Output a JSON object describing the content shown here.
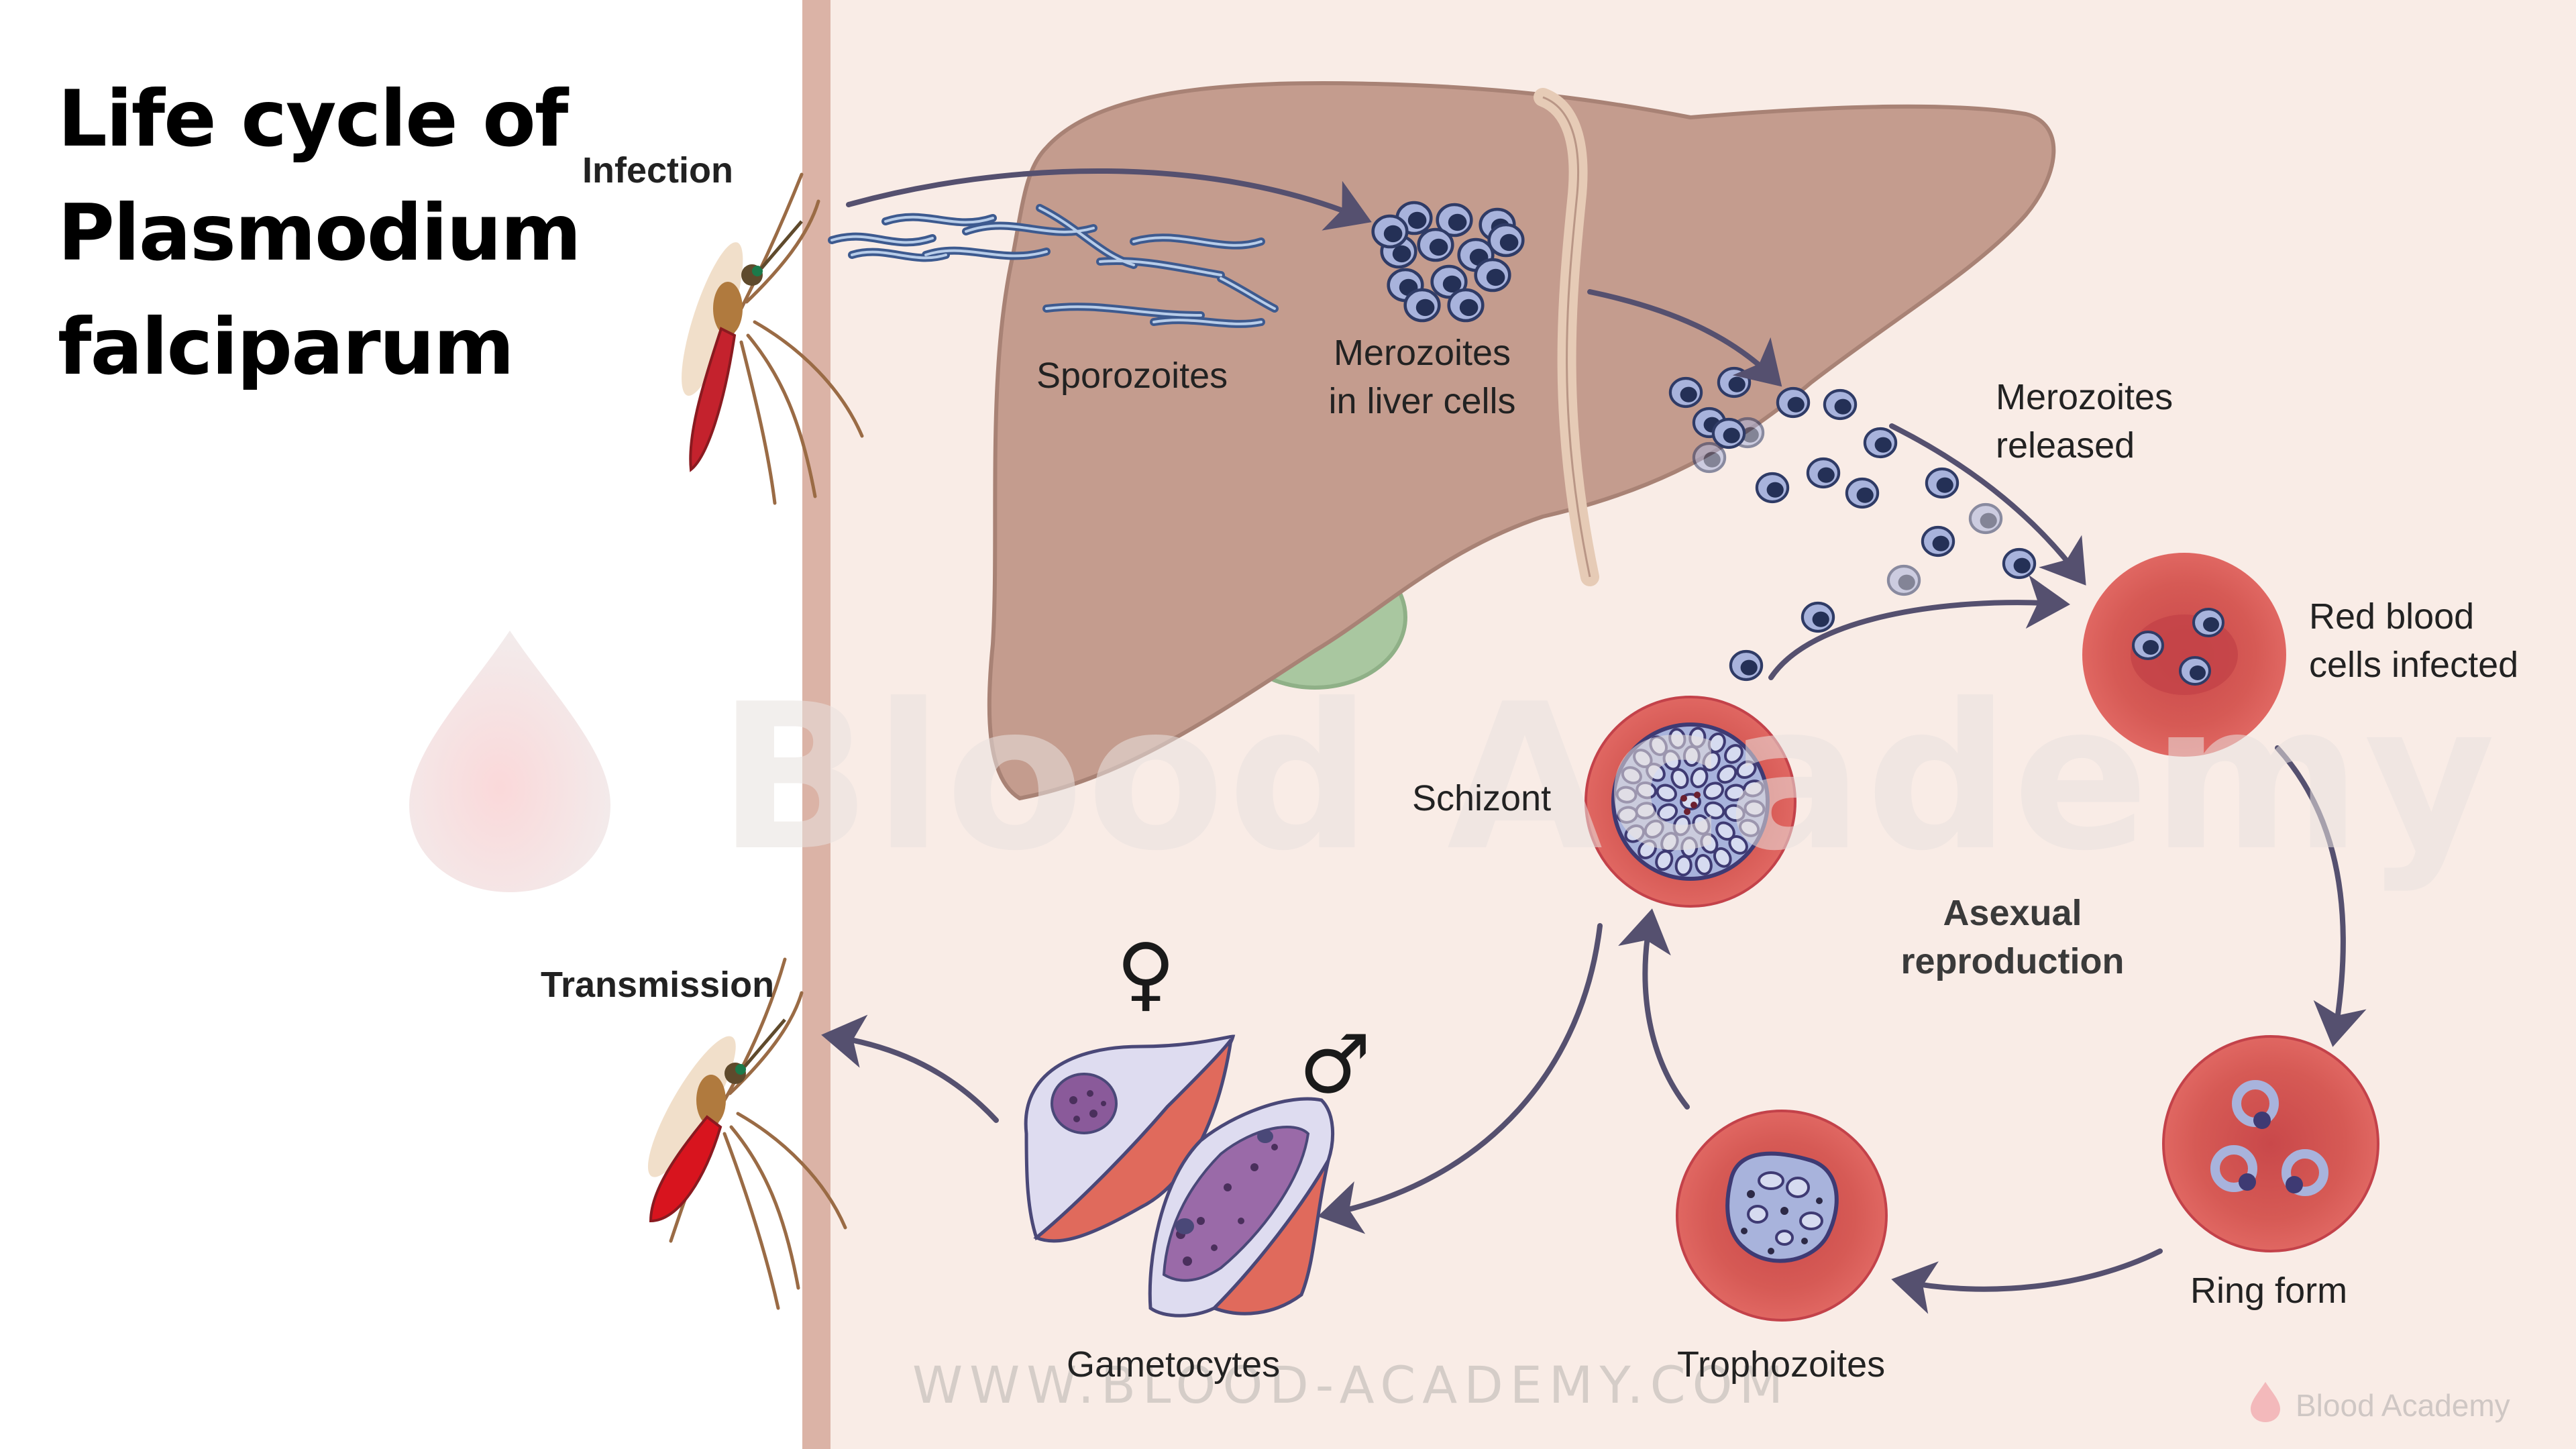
{
  "title": {
    "line1": "Life cycle of",
    "line2": "Plasmodium",
    "line3": "falciparum"
  },
  "labels": {
    "infection": "Infection",
    "transmission": "Transmission",
    "sporozoites": "Sporozoites",
    "merozoites_liver_1": "Merozoites",
    "merozoites_liver_2": "in liver cells",
    "merozoites_released_1": "Merozoites",
    "merozoites_released_2": "released",
    "rbc_infected_1": "Red blood",
    "rbc_infected_2": "cells infected",
    "schizont": "Schizont",
    "asexual_1": "Asexual",
    "asexual_2": "reproduction",
    "ring_form": "Ring form",
    "trophozoites": "Trophozoites",
    "gametocytes": "Gametocytes",
    "female_symbol": "♀",
    "male_symbol": "♂"
  },
  "watermark": {
    "url": "WWW.BLOOD-ACADEMY.COM",
    "brand": "Blood Academy",
    "logo_text": "Blood Academy"
  },
  "colors": {
    "panel_bg": "#f9ece6",
    "skin_strip": "#dbb3a6",
    "liver": "#c49c8e",
    "liver_edge": "#a88275",
    "gallbladder": "#a9c7a0",
    "rbc": "#d65a55",
    "rbc_inner": "#c9484a",
    "parasite": "#a8b3dc",
    "parasite_dark": "#2f3b66",
    "arrow": "#55506f",
    "gametocyte_cell": "#dedcf0"
  }
}
